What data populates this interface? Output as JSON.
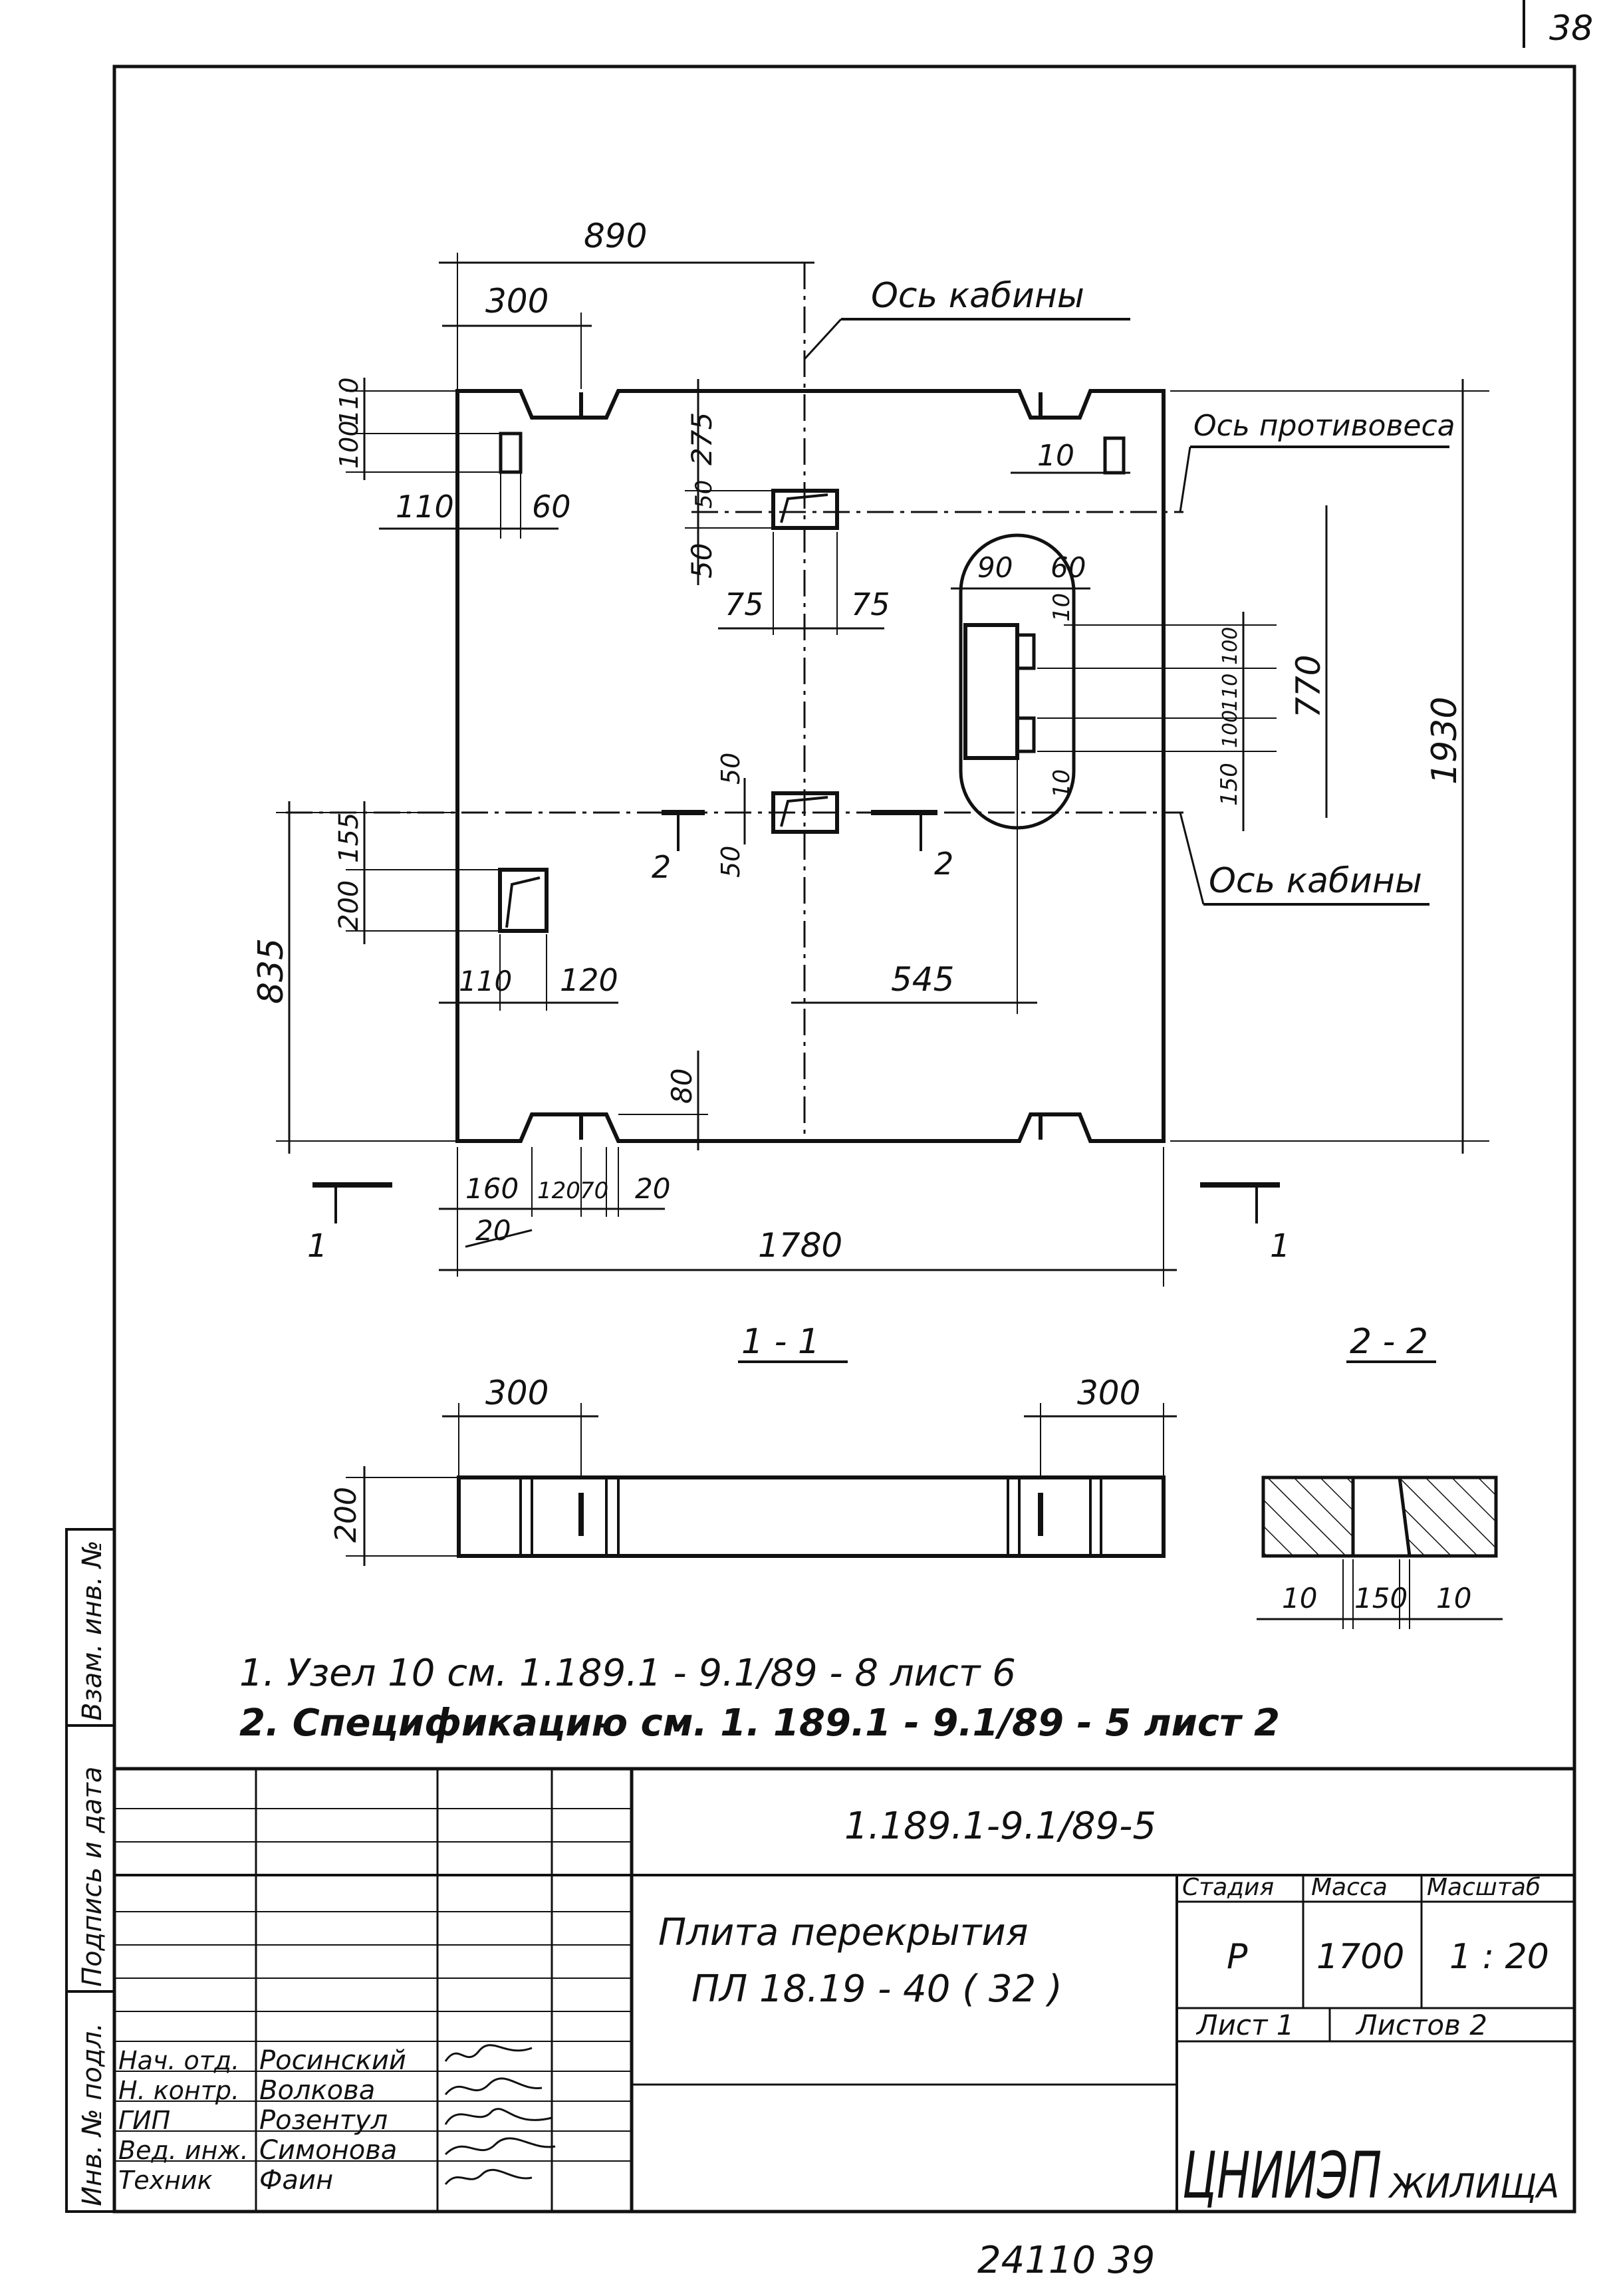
{
  "sheet_number": "38",
  "plan": {
    "dims": {
      "d890": "890",
      "d300": "300",
      "d110_top": "110",
      "d100_top": "100",
      "d110_left": "110",
      "d60_left": "60",
      "d275": "275",
      "d50_a": "50",
      "d50_b": "50",
      "d75_l": "75",
      "d75_r": "75",
      "d10_box": "10",
      "d90": "90",
      "d60_node": "60",
      "d10_node_top": "10",
      "d100_node_a": "100",
      "d110_node": "110",
      "d100_node_b": "100",
      "d150_node": "150",
      "d10_node_bot": "10",
      "d770": "770",
      "d1930": "1930",
      "d50_c": "50",
      "d50_d": "50",
      "d155": "155",
      "d200_left": "200",
      "d835": "835",
      "d110_low": "110",
      "d120_low": "120",
      "d545": "545",
      "d80": "80",
      "d160": "160",
      "d120_bot": "120",
      "d70_bot": "70",
      "d20_bot": "20",
      "d20_low": "20",
      "d1780": "1780"
    },
    "labels": {
      "axis_cabin_top": "Ось кабины",
      "axis_counterweight": "Ось противовеса",
      "axis_cabin_bottom": "Ось кабины",
      "cut1_left": "1",
      "cut1_right": "1",
      "cut2_left": "2",
      "cut2_right": "2"
    }
  },
  "section_1_1": {
    "title": "1 - 1",
    "d300_left": "300",
    "d300_right": "300",
    "d200": "200"
  },
  "section_2_2": {
    "title": "2 - 2",
    "d10_left": "10",
    "d150": "150",
    "d10_right": "10"
  },
  "notes": [
    "1. Узел 10 см. 1.189.1 - 9.1/89 - 8 лист 6",
    "2. Спецификацию см. 1. 189.1 - 9.1/89 - 5 лист 2"
  ],
  "side_stamp": {
    "col1": "Инв. № подл.",
    "col2": "Подпись и дата",
    "col3": "Взам. инв. №"
  },
  "title_block": {
    "doc_code": "1.189.1-9.1/89-5",
    "title_line1": "Плита перекрытия",
    "title_line2": "ПЛ 18.19 - 40 ( 32 )",
    "stage_label": "Стадия",
    "mass_label": "Масса",
    "scale_label": "Масштаб",
    "stage_value": "Р",
    "mass_value": "1700",
    "scale_value": "1 : 20",
    "sheet_label": "Лист 1",
    "sheets_label": "Листов 2",
    "org_main": "ЦНИИЭП",
    "org_suffix": "ЖИЛИЩА",
    "roles": [
      {
        "role": "Нач. отд.",
        "name": "Росинский"
      },
      {
        "role": "Н. контр.",
        "name": "Волкова"
      },
      {
        "role": "ГИП",
        "name": "Розентул"
      },
      {
        "role": "Вед. инж.",
        "name": "Симонова"
      },
      {
        "role": "Техник",
        "name": "Фаин"
      }
    ]
  },
  "footer_numbers": "24110  39"
}
